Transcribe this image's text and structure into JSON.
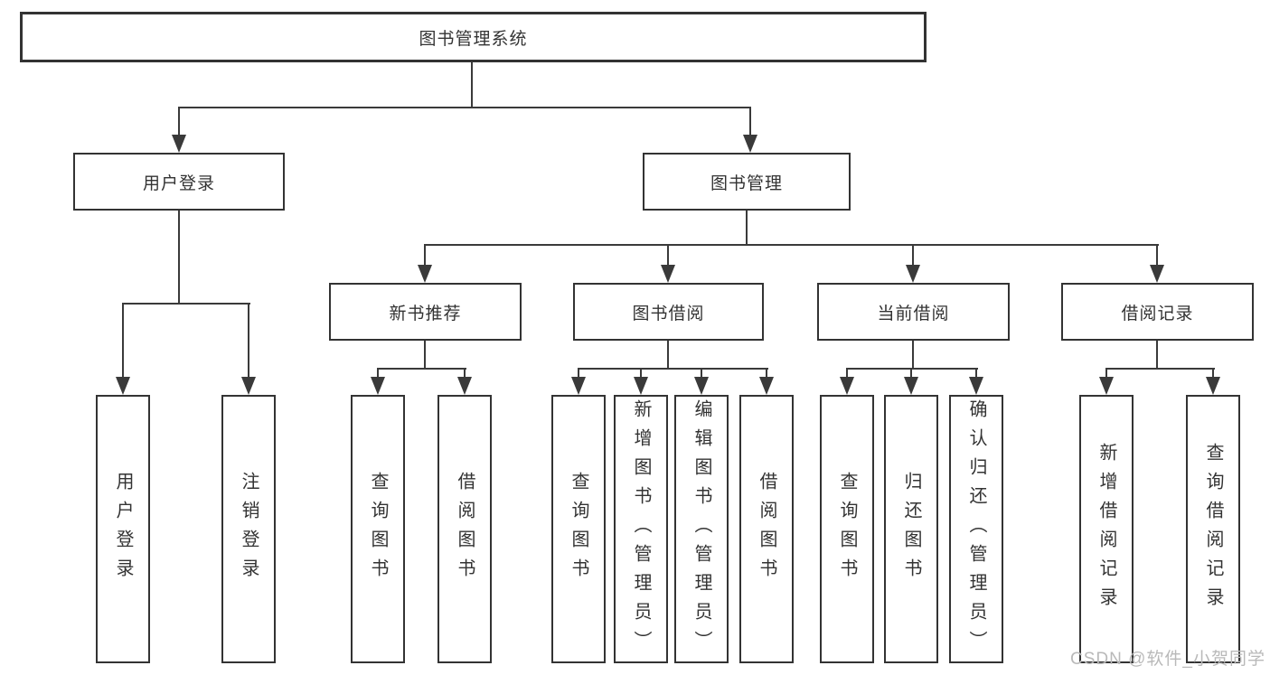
{
  "colors": {
    "line": "#3a3a3a",
    "border": "#333333",
    "fill": "#ffffff",
    "text": "#333333",
    "watermark": "#b9b9b9",
    "background": "#ffffff"
  },
  "diagram": {
    "root": {
      "label": "图书管理系统"
    },
    "level2": [
      {
        "label": "用户登录"
      },
      {
        "label": "图书管理"
      }
    ],
    "level3": [
      {
        "label": "新书推荐",
        "parent": "图书管理"
      },
      {
        "label": "图书借阅",
        "parent": "图书管理"
      },
      {
        "label": "当前借阅",
        "parent": "图书管理"
      },
      {
        "label": "借阅记录",
        "parent": "图书管理"
      }
    ],
    "leaves": [
      {
        "label": "用户登录",
        "parent": "用户登录"
      },
      {
        "label": "注销登录",
        "parent": "用户登录"
      },
      {
        "label": "查询图书",
        "parent": "新书推荐"
      },
      {
        "label": "借阅图书",
        "parent": "新书推荐"
      },
      {
        "label": "查询图书",
        "parent": "图书借阅"
      },
      {
        "label": "新增图书（管理员）",
        "parent": "图书借阅"
      },
      {
        "label": "编辑图书（管理员）",
        "parent": "图书借阅"
      },
      {
        "label": "借阅图书",
        "parent": "图书借阅"
      },
      {
        "label": "查询图书",
        "parent": "当前借阅"
      },
      {
        "label": "归还图书",
        "parent": "当前借阅"
      },
      {
        "label": "确认归还（管理员）",
        "parent": "当前借阅"
      },
      {
        "label": "新增借阅记录",
        "parent": "借阅记录"
      },
      {
        "label": "查询借阅记录",
        "parent": "借阅记录"
      }
    ]
  },
  "watermark": {
    "text": "CSDN @软件_小贺同学"
  }
}
